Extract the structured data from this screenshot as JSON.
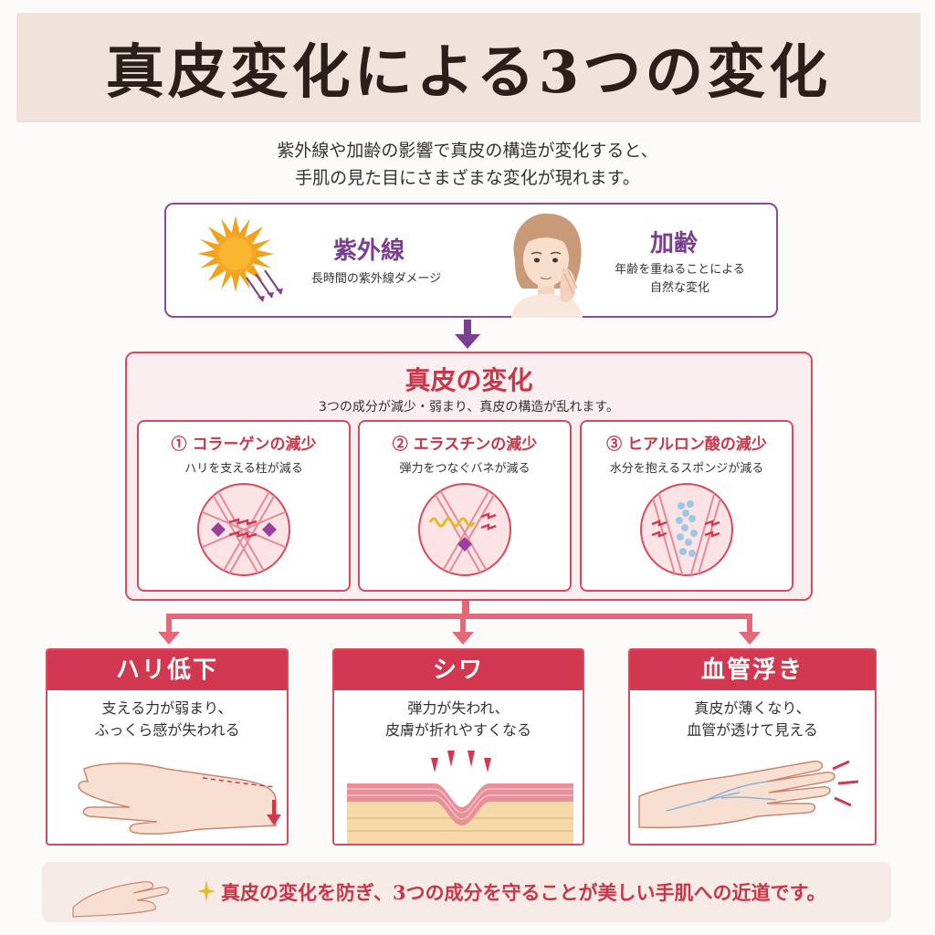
{
  "title": "真皮変化による3つの変化",
  "intro": {
    "line1": "紫外線や加齢の影響で真皮の構造が変化すると、",
    "line2": "手肌の見た目にさまざまな変化が現れます。"
  },
  "causes": {
    "uv": {
      "title": "紫外線",
      "desc": "長時間の紫外線ダメージ",
      "icon": "sun-icon"
    },
    "aging": {
      "title": "加齢",
      "desc_line1": "年齢を重ねることによる",
      "desc_line2": "自然な変化",
      "icon": "woman-illustration"
    }
  },
  "dermis": {
    "title": "真皮の変化",
    "subtitle": "3つの成分が減少・弱まり、真皮の構造が乱れます。",
    "components": [
      {
        "title": "① コラーゲンの減少",
        "desc": "ハリを支える柱が減る"
      },
      {
        "title": "② エラスチンの減少",
        "desc": "弾力をつなぐバネが減る"
      },
      {
        "title": "③ ヒアルロン酸の減少",
        "desc": "水分を抱えるスポンジが減る"
      }
    ]
  },
  "effects": [
    {
      "title": "ハリ低下",
      "line1": "支える力が弱まり、",
      "line2": "ふっくら感が失われる"
    },
    {
      "title": "シワ",
      "line1": "弾力が失われ、",
      "line2": "皮膚が折れやすくなる"
    },
    {
      "title": "血管浮き",
      "line1": "真皮が薄くなり、",
      "line2": "血管が透けて見える"
    }
  ],
  "footer": "真皮の変化を防ぎ、3つの成分を守ることが美しい手肌への近道です。",
  "colors": {
    "accent": "#d2384f",
    "purple": "#7a3f8f",
    "title_band": "#efe3dc"
  }
}
